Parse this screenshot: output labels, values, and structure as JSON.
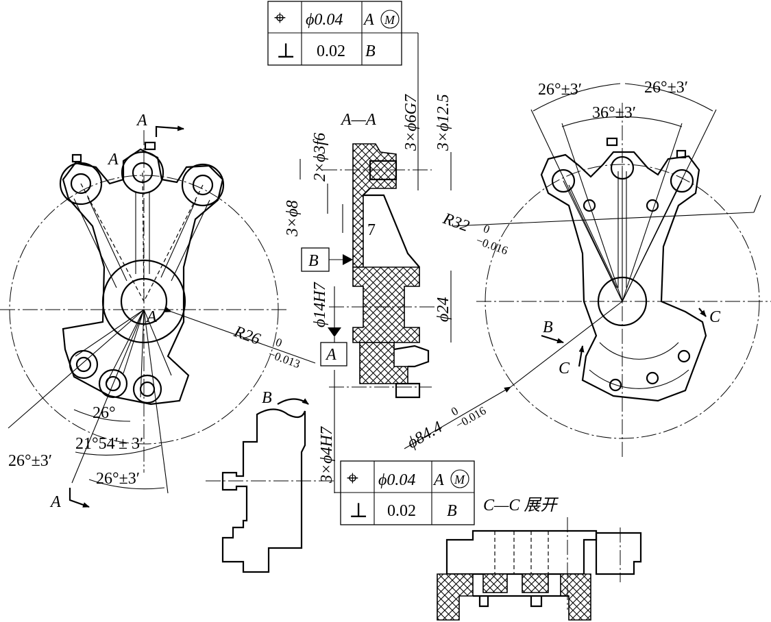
{
  "fcf_top": {
    "position_symbol": "⌖",
    "position_tol": "ϕ0.04",
    "position_datum": "A",
    "position_modifier": "M",
    "perp_symbol": "⊥",
    "perp_tol": "0.02",
    "perp_datum": "B"
  },
  "fcf_bottom": {
    "position_symbol": "⌖",
    "position_tol": "ϕ0.04",
    "position_datum": "A",
    "position_modifier": "M",
    "perp_symbol": "⊥",
    "perp_tol": "0.02",
    "perp_datum": "B"
  },
  "section_labels": {
    "aa": "A—A",
    "cc": "C—C 展开",
    "a_top": "A",
    "a_bottom": "A",
    "b_arrow_lower": "B",
    "b_arrow_right": "B",
    "c_right_top": "C",
    "c_right_bottom": "C"
  },
  "datums": {
    "b": "B",
    "a": "A",
    "center_a1": "A",
    "center_a2": "A"
  },
  "dims_section": {
    "d3f6": "2×ϕ3f6",
    "d6g7": "3×ϕ6G7",
    "d125": "3×ϕ12.5",
    "d8": "3×ϕ8",
    "seven": "7",
    "d14h7": "ϕ14H7",
    "d24": "ϕ24",
    "d4h7": "3×ϕ4H7"
  },
  "dims_left": {
    "r26": "R26",
    "r26_upper": "0",
    "r26_lower": "−0.013",
    "ang26": "26°",
    "ang2154": "21°54′± 3′",
    "ang26pm_left": "26°±3′",
    "ang26pm_bottom": "26°±3′"
  },
  "dims_right": {
    "ang26_left": "26°±3′",
    "ang26_right": "26°±3′",
    "ang36": "36°±3′",
    "r32": "R32",
    "r32_upper": "0",
    "r32_lower": "−0.016",
    "d844": "ϕ84.4",
    "d844_upper": "0",
    "d844_lower": "−0.016"
  }
}
